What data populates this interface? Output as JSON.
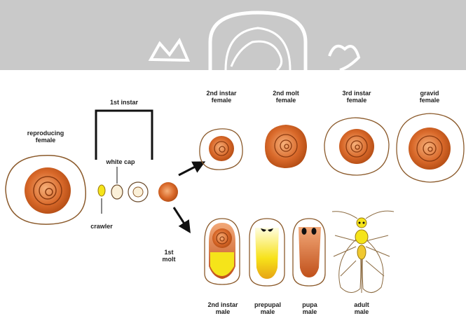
{
  "labels": {
    "reproducing_female": "reproducing\nfemale",
    "first_instar": "1st instar",
    "white_cap": "white cap",
    "crawler": "crawler",
    "first_molt": "1st\nmolt",
    "second_instar_female": "2nd instar\nfemale",
    "second_molt_female": "2nd molt\nfemale",
    "third_instar_female": "3rd instar\nfemale",
    "gravid_female": "gravid\nfemale",
    "second_instar_male": "2nd instar\nmale",
    "prepupal_male": "prepupal\nmale",
    "pupa_male": "pupa\nmale",
    "adult_male": "adult\nmale"
  },
  "colors": {
    "header_band": "#c9c9c9",
    "outline": "#8b5a2b",
    "scale_dark": "#c8561a",
    "scale_light": "#f2a66a",
    "yellow": "#f5e41a",
    "arrow": "#111111"
  }
}
